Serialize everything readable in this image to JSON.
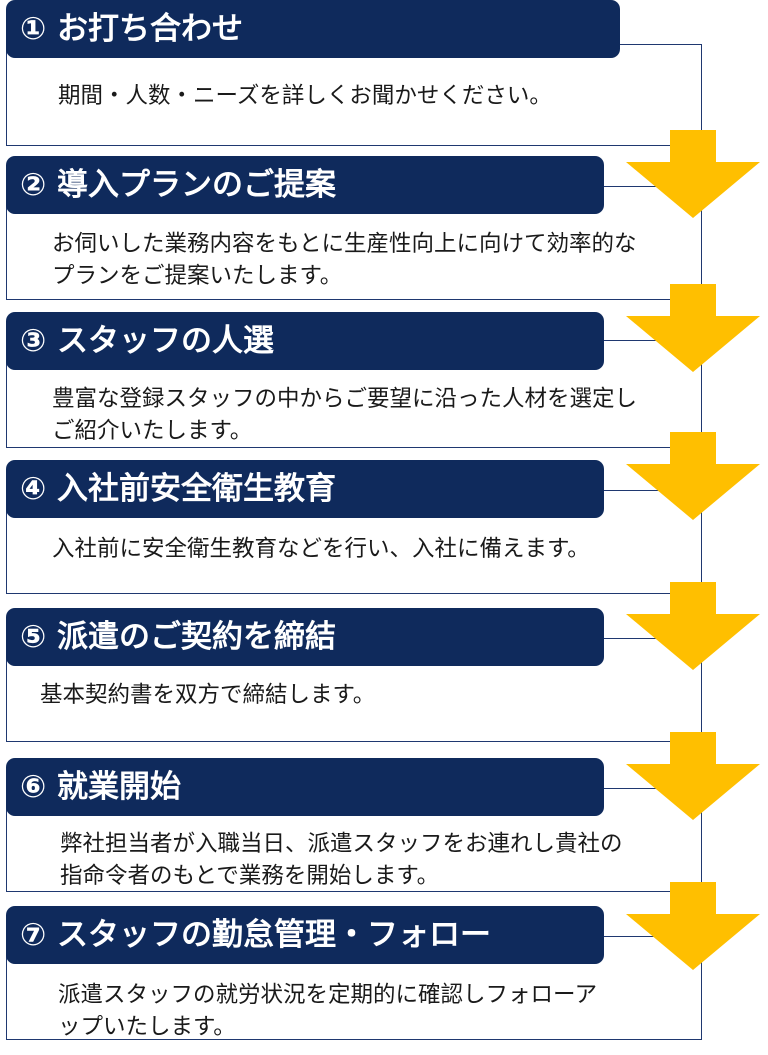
{
  "colors": {
    "header_bg": "#0f2a5c",
    "border": "#1f3870",
    "arrow": "#ffbf00",
    "text": "#1a1a1a"
  },
  "steps": [
    {
      "title": "① お打ち合わせ",
      "lines": [
        "期間・人数・ニーズを詳しくお聞かせください。"
      ]
    },
    {
      "title": "② 導入プランのご提案",
      "lines": [
        "お伺いした業務内容をもとに生産性向上に向けて効率的な",
        "プランをご提案いたします。"
      ]
    },
    {
      "title": "③ スタッフの人選",
      "lines": [
        "豊富な登録スタッフの中からご要望に沿った人材を選定し",
        "ご紹介いたします。"
      ]
    },
    {
      "title": "④ 入社前安全衛生教育",
      "lines": [
        "入社前に安全衛生教育などを行い、入社に備えます。"
      ]
    },
    {
      "title": "⑤ 派遣のご契約を締結",
      "lines": [
        "基本契約書を双方で締結します。"
      ]
    },
    {
      "title": "⑥ 就業開始",
      "lines": [
        "弊社担当者が入職当日、派遣スタッフをお連れし貴社の",
        "指命令者のもとで業務を開始します。"
      ]
    },
    {
      "title": "⑦ スタッフの勤怠管理・フォロー",
      "lines": [
        "派遣スタッフの就労状況を定期的に確認しフォローア",
        "ップいたします。"
      ]
    }
  ]
}
